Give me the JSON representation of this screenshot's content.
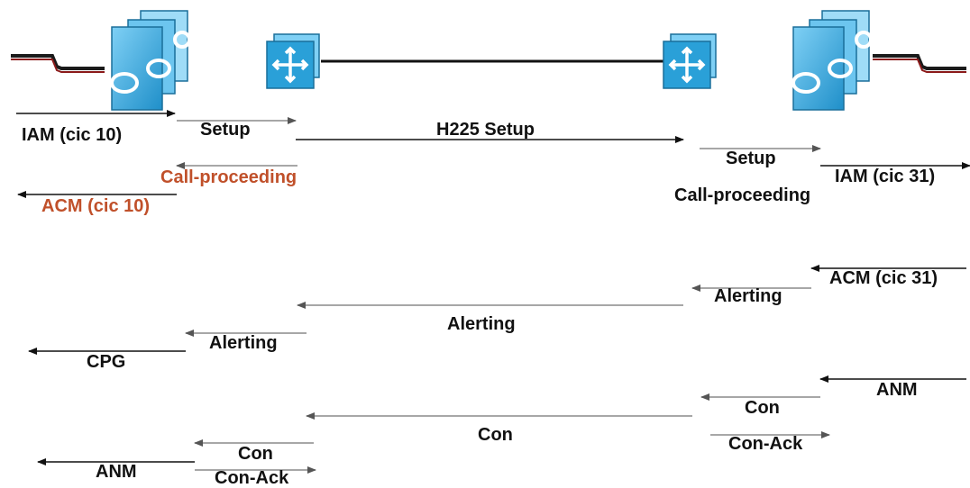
{
  "colors": {
    "text": "#111111",
    "red_text": "#c0502a",
    "arrow_black": "#111111",
    "arrow_gray": "#8a8a8a",
    "device_blue": "#2aa0d8",
    "trunk_red": "#8b1a1a"
  },
  "icons": {
    "left_gateway": "media-gateway-icon",
    "left_router": "router-icon",
    "right_router": "router-icon",
    "right_gateway": "media-gateway-icon"
  },
  "messages": {
    "iam_cic_10": "IAM (cic 10)",
    "setup_left": "Setup",
    "h225_setup": "H225 Setup",
    "setup_right": "Setup",
    "iam_cic_31": "IAM (cic 31)",
    "call_proceeding_left": "Call-proceeding",
    "call_proceeding_right": "Call-proceeding",
    "acm_cic_10": "ACM (cic 10)",
    "acm_cic_31": "ACM (cic 31)",
    "alerting_right": "Alerting",
    "alerting_center": "Alerting",
    "alerting_left": "Alerting",
    "cpg": "CPG",
    "anm_right": "ANM",
    "con_right": "Con",
    "con_center": "Con",
    "con_ack_right": "Con-Ack",
    "con_left": "Con",
    "anm_left": "ANM",
    "con_ack_left": "Con-Ack"
  }
}
